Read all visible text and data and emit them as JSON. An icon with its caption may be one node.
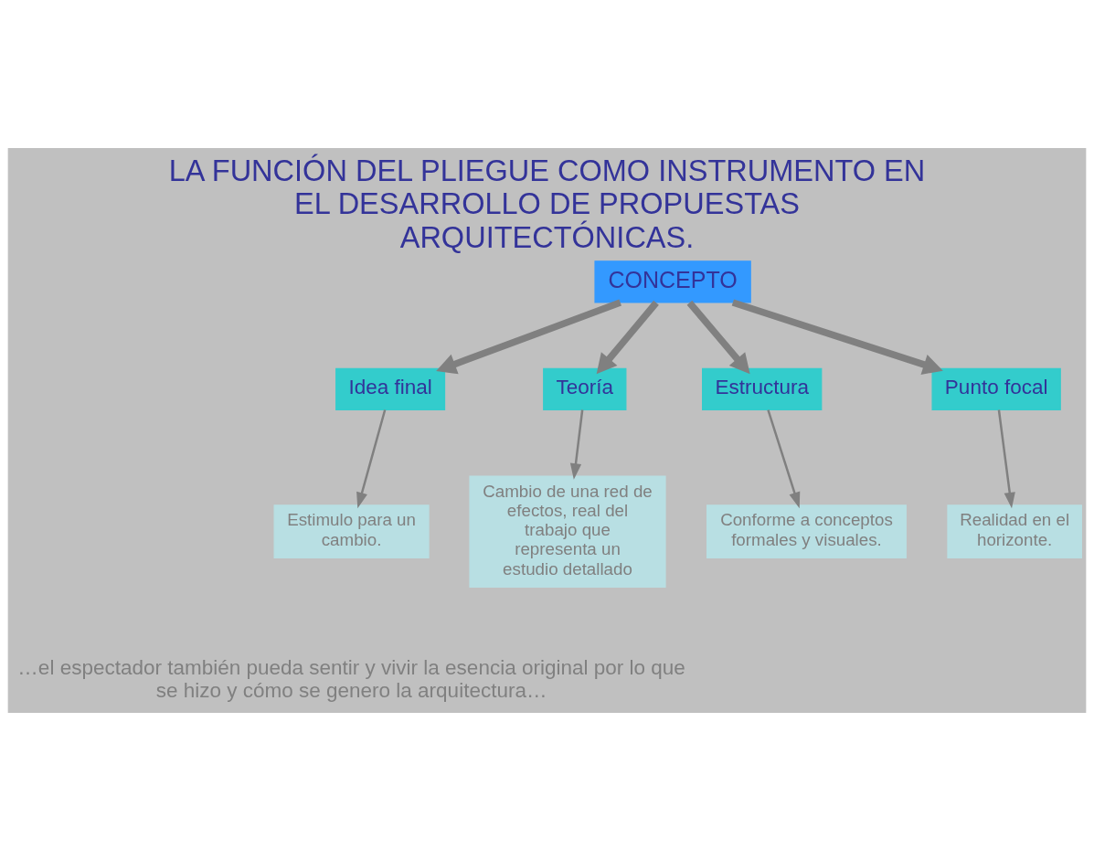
{
  "diagram": {
    "title": "LA FUNCIÓN DEL PLIEGUE COMO INSTRUMENTO EN EL DESARROLLO DE PROPUESTAS ARQUITECTÓNICAS.",
    "nodes": [
      {
        "text": [
          "CONCEPTO"
        ]
      },
      {
        "text": [
          "Idea final"
        ]
      },
      {
        "text": [
          "Teoría"
        ]
      },
      {
        "text": [
          "Estructura"
        ]
      },
      {
        "text": [
          "Punto focal"
        ]
      },
      {
        "text": [
          "Estimulo para un cambio."
        ]
      },
      {
        "text": [
          "Cambio de una red de efectos, real del trabajo que representa un estudio detallado"
        ]
      },
      {
        "text": [
          "Conforme a conceptos formales y visuales."
        ]
      },
      {
        "text": [
          "Realidad en el horizonte."
        ]
      }
    ],
    "edges": [
      {
        "from": 0,
        "to": 1,
        "arrow": "to",
        "style": "thick"
      },
      {
        "from": 0,
        "to": 2,
        "arrow": "to",
        "style": "thick"
      },
      {
        "from": 0,
        "to": 3,
        "arrow": "to",
        "style": "thick"
      },
      {
        "from": 0,
        "to": 4,
        "arrow": "to",
        "style": "thick"
      },
      {
        "from": 1,
        "to": 5,
        "arrow": "to"
      },
      {
        "from": 2,
        "to": 6,
        "arrow": "to"
      },
      {
        "from": 3,
        "to": 7,
        "arrow": "to"
      },
      {
        "from": 4,
        "to": 8,
        "arrow": "to"
      }
    ],
    "labels": [
      "…el espectador también pueda sentir y vivir la esencia original por lo que se hizo y cómo se genero la arquitectura…"
    ]
  }
}
